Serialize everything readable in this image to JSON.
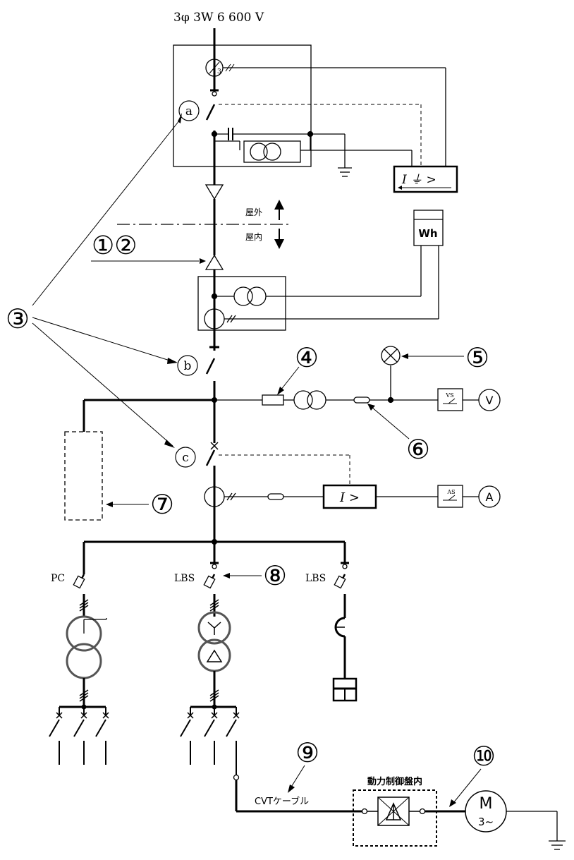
{
  "supply_label": "3φ 3W  6 600 V",
  "outdoor_label": "屋外",
  "indoor_label": "屋内",
  "meter_wh": "Wh",
  "switch_labels": {
    "a": "a",
    "b": "b",
    "c": "c"
  },
  "callouts": {
    "c12": "①②",
    "c3": "③",
    "c4": "④",
    "c5": "⑤",
    "c6": "⑥",
    "c7": "⑦",
    "c8": "⑧",
    "c9": "⑨",
    "c10": "⑩"
  },
  "relay_ground": "I ⏚ >",
  "relay_oc": "I  >",
  "vs_label": "VS",
  "as_label": "AS",
  "voltmeter": "V",
  "ammeter": "A",
  "pc_label": "PC",
  "lbs1_label": "LBS",
  "lbs2_label": "LBS",
  "ct_ratio_label": "3",
  "cable_label": "CVTケーブル",
  "panel_label": "動力制御盤内",
  "motor_label": "M",
  "motor_phase": "3∼"
}
